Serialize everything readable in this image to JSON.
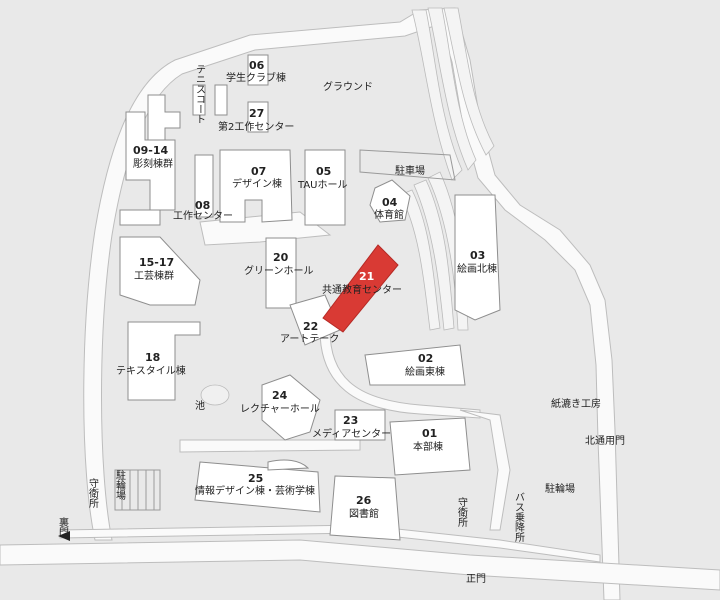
{
  "map": {
    "highlight_color": "#d93a34",
    "background_color": "#e9e9e9",
    "buildings": [
      {
        "id": "b06",
        "number": "06",
        "name": "学生クラブ棟"
      },
      {
        "id": "b27",
        "number": "27",
        "name": "第2工作センター"
      },
      {
        "id": "b09",
        "number": "09-14",
        "name": "彫刻棟群"
      },
      {
        "id": "b07",
        "number": "07",
        "name": "デザイン棟"
      },
      {
        "id": "b05",
        "number": "05",
        "name": "TAUホール"
      },
      {
        "id": "b08",
        "number": "08",
        "name": "工作センター"
      },
      {
        "id": "b04",
        "number": "04",
        "name": "体育館"
      },
      {
        "id": "b15",
        "number": "15-17",
        "name": "工芸棟群"
      },
      {
        "id": "b20",
        "number": "20",
        "name": "グリーンホール"
      },
      {
        "id": "b21",
        "number": "21",
        "name": "共通教育センター",
        "highlighted": true
      },
      {
        "id": "b03",
        "number": "03",
        "name": "絵画北棟"
      },
      {
        "id": "b22",
        "number": "22",
        "name": "アートテーク"
      },
      {
        "id": "b18",
        "number": "18",
        "name": "テキスタイル棟"
      },
      {
        "id": "b02",
        "number": "02",
        "name": "絵画東棟"
      },
      {
        "id": "b24",
        "number": "24",
        "name": "レクチャーホール"
      },
      {
        "id": "b23",
        "number": "23",
        "name": "メディアセンター"
      },
      {
        "id": "b01",
        "number": "01",
        "name": "本部棟"
      },
      {
        "id": "b25",
        "number": "25",
        "name": "情報デザイン棟・芸術学棟"
      },
      {
        "id": "b26",
        "number": "26",
        "name": "図書館"
      }
    ],
    "places": [
      {
        "id": "ground",
        "name": "グラウンド"
      },
      {
        "id": "parking1",
        "name": "駐車場"
      },
      {
        "id": "pond",
        "name": "池"
      },
      {
        "id": "paper",
        "name": "紙漉き工房"
      },
      {
        "id": "northgate",
        "name": "北通用門"
      },
      {
        "id": "bicycle2",
        "name": "駐輪場"
      }
    ],
    "vertical_places": [
      {
        "id": "tennis",
        "name": "テニスコート"
      },
      {
        "id": "guard1",
        "name": "守衛所"
      },
      {
        "id": "bicycle1",
        "name": "駐輪場"
      },
      {
        "id": "frontgate",
        "name": "裏門"
      },
      {
        "id": "guard2",
        "name": "守衛所"
      },
      {
        "id": "bus",
        "name": "バス乗降所"
      }
    ],
    "main_gate": "正門"
  }
}
